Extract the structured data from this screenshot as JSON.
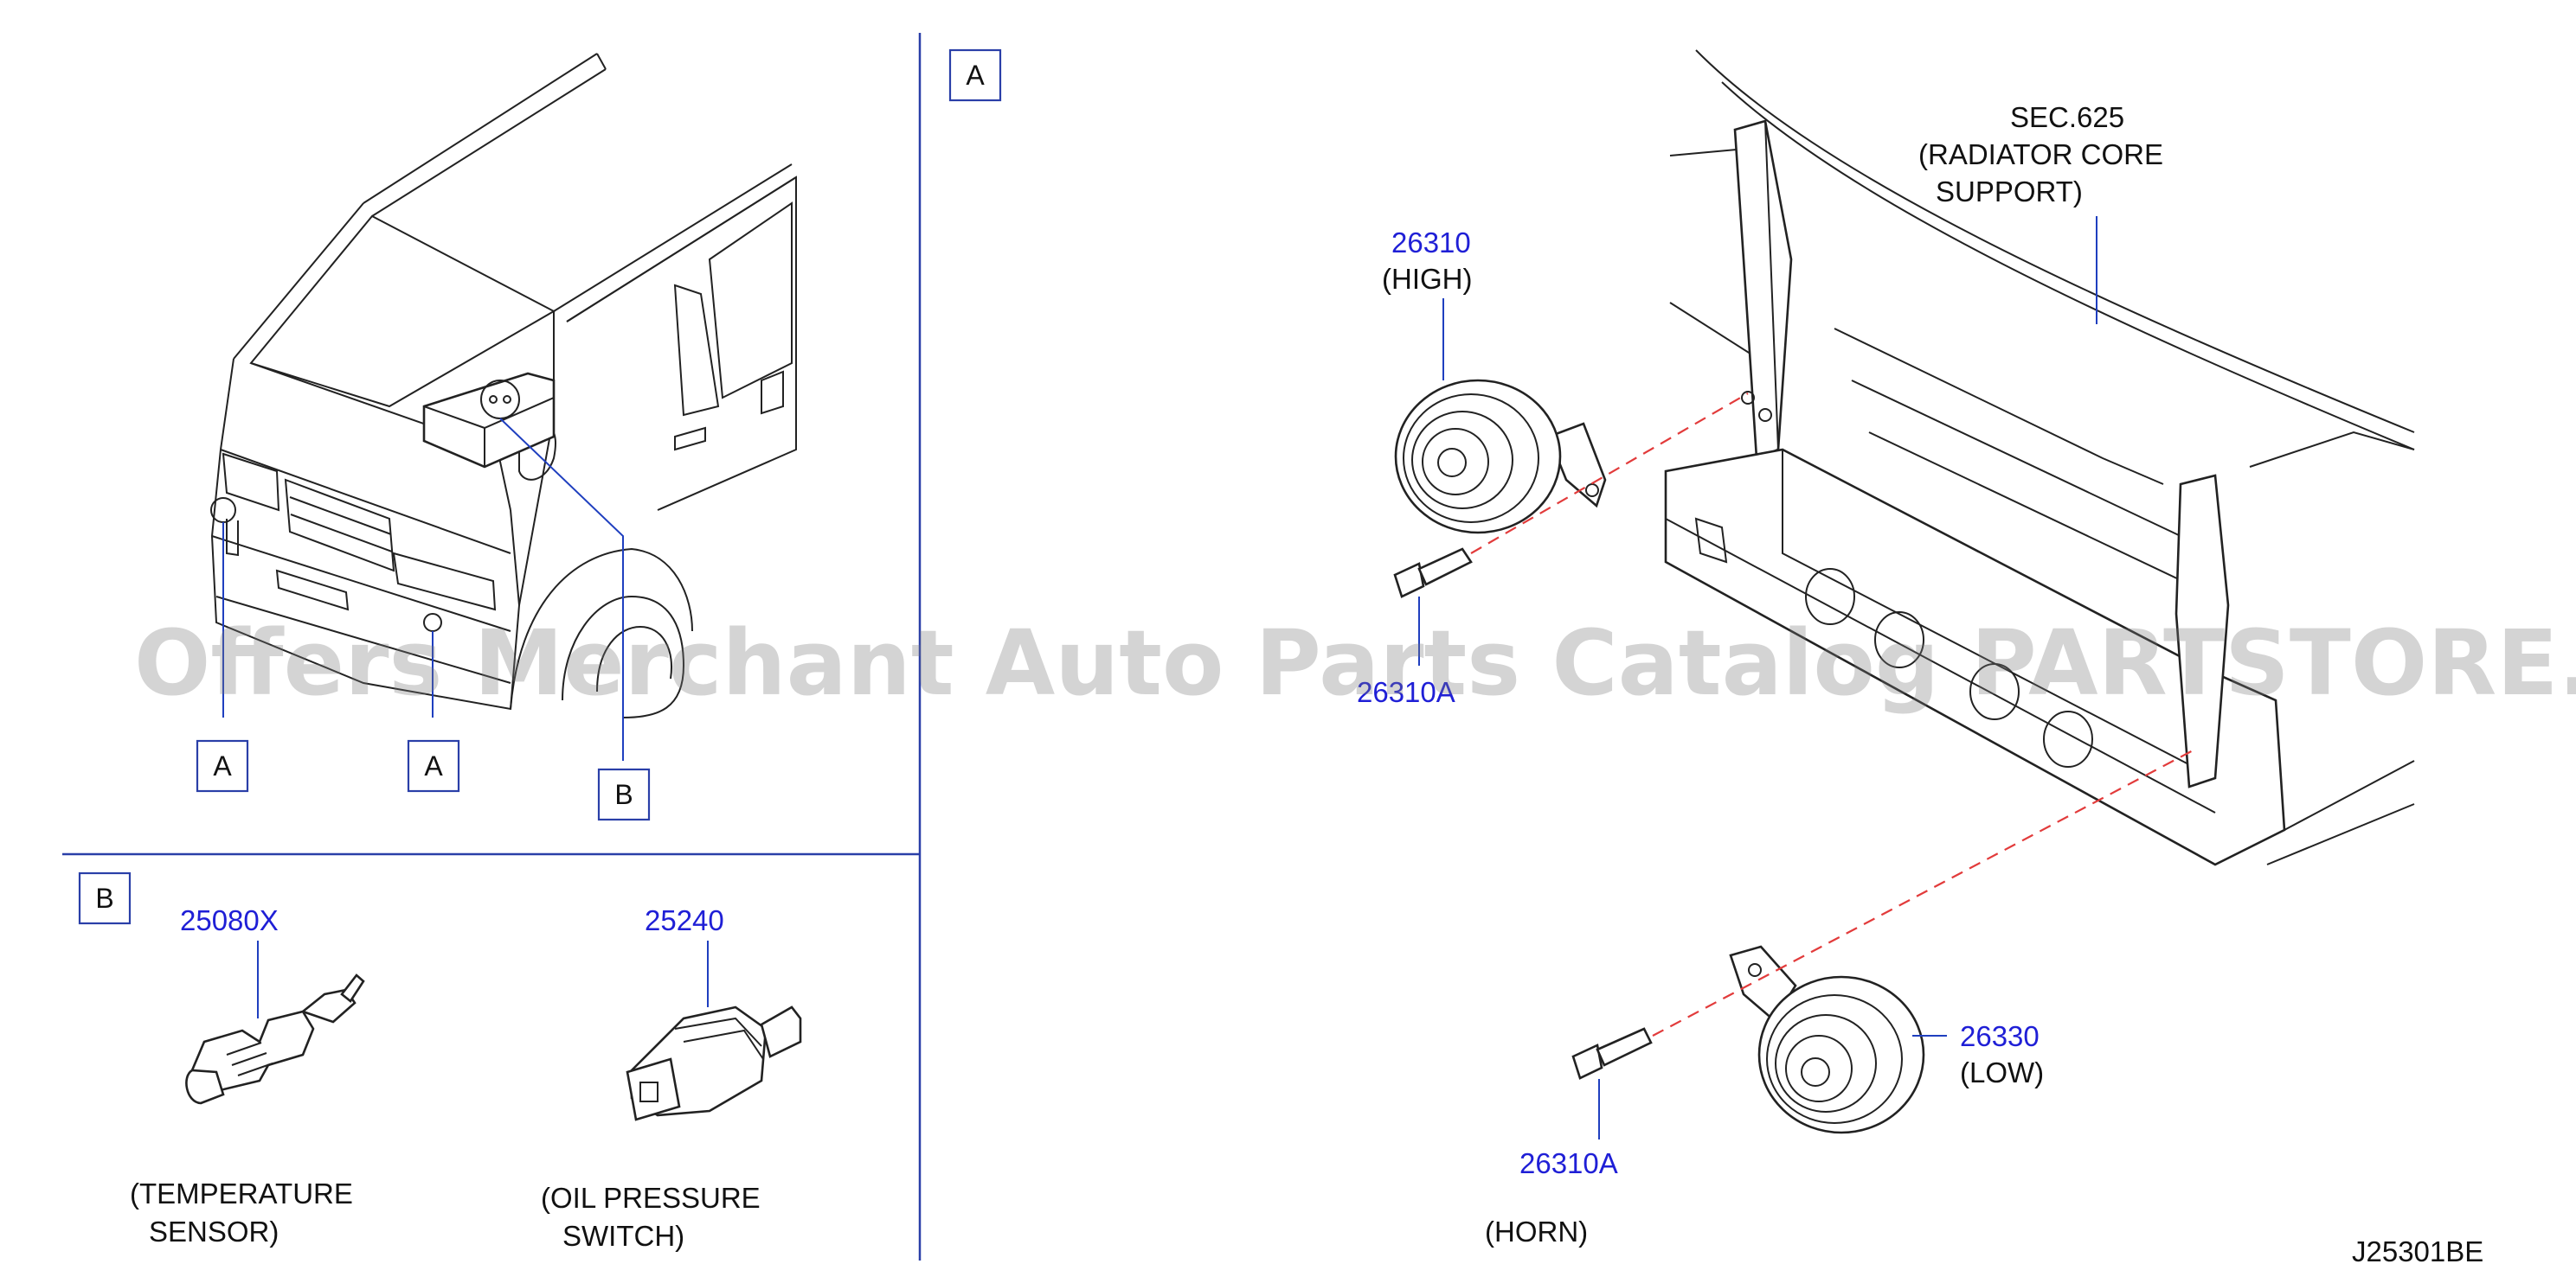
{
  "sections": {
    "vehicle_refs": [
      "A",
      "A",
      "B"
    ],
    "section_b_label": "B",
    "section_a_label": "A"
  },
  "parts": {
    "temp_sensor": {
      "number": "25080X",
      "caption_line1": "(TEMPERATURE",
      "caption_line2": "SENSOR)"
    },
    "oil_switch": {
      "number": "25240",
      "caption_line1": "(OIL   PRESSURE",
      "caption_line2": "SWITCH)"
    },
    "horn_high": {
      "number": "26310",
      "qualifier": "(HIGH)"
    },
    "horn_low": {
      "number": "26330",
      "qualifier": "(LOW)"
    },
    "bolt_upper": {
      "number": "26310A"
    },
    "bolt_lower": {
      "number": "26310A"
    }
  },
  "radiator_support": {
    "line1": "SEC.625",
    "line2": "(RADIATOR   CORE",
    "line3": "SUPPORT)"
  },
  "horn_caption": "(HORN)",
  "diagram_code": "J25301BE",
  "watermark": "Offers Merchant Auto Parts Catalog PARTSTORE.SA",
  "colors": {
    "part_number": "#1f1fd6",
    "divider": "#2a3fa8",
    "guide_dash": "#e23b3b"
  }
}
